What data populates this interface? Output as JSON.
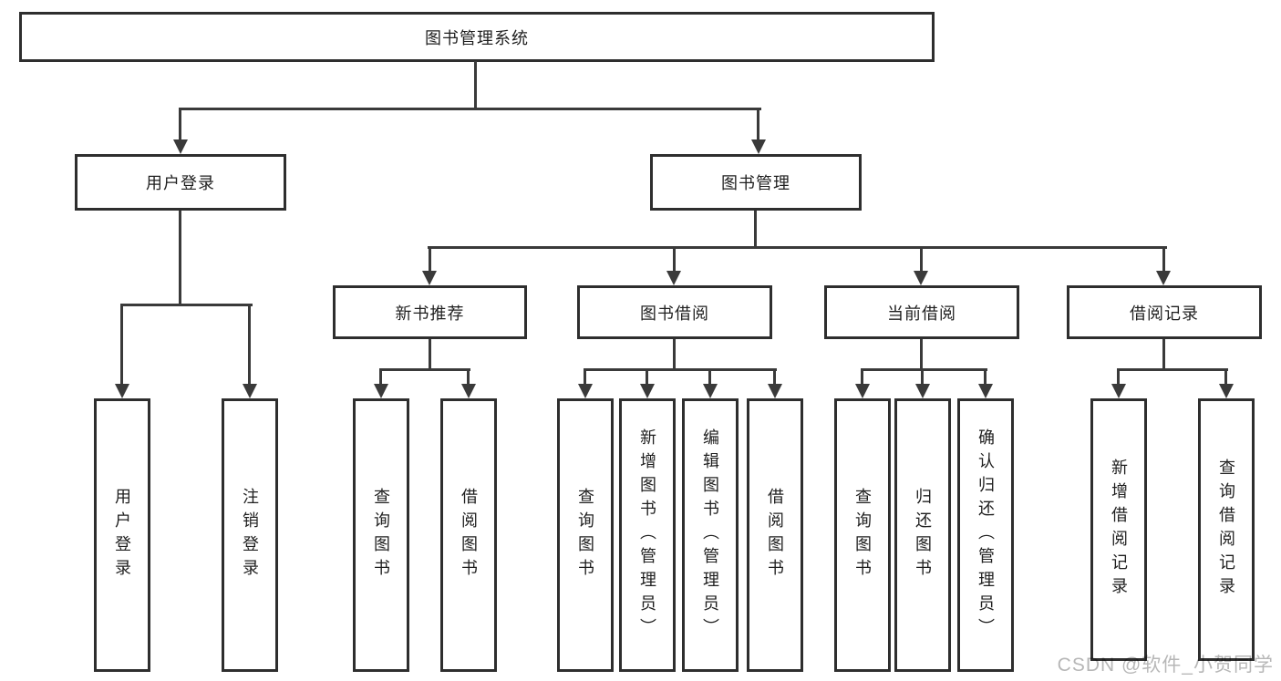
{
  "nodes": {
    "root": "图书管理系统",
    "l2": [
      "用户登录",
      "图书管理"
    ],
    "l3": [
      "新书推荐",
      "图书借阅",
      "当前借阅",
      "借阅记录"
    ],
    "leaves": [
      [
        "用户登录",
        "注销登录"
      ],
      [
        "查询图书",
        "借阅图书"
      ],
      [
        "查询图书",
        "新增图书（管理员）",
        "编辑图书（管理员）",
        "借阅图书"
      ],
      [
        "查询图书",
        "归还图书",
        "确认归还（管理员）"
      ],
      [
        "新增借阅记录",
        "查询借阅记录"
      ]
    ]
  },
  "watermark": "CSDN @软件_小贺同学",
  "colors": {
    "line": "#3a3a3a",
    "border": "#2e2e2e",
    "text": "#1f1f1f",
    "watermark": "#b7b7b7",
    "background": "#ffffff"
  }
}
